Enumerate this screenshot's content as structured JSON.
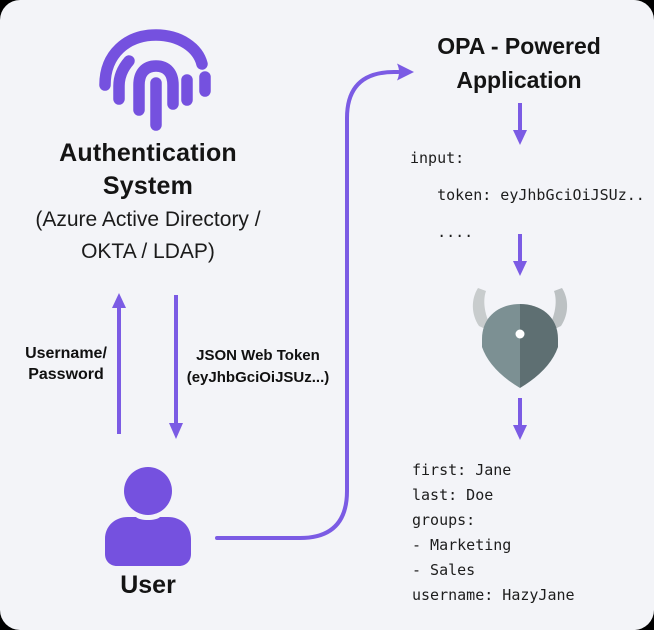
{
  "canvas": {
    "background": "#f3f4f8",
    "icon_purple": "#7551df",
    "arrow_purple": "#7b5be4",
    "helmet_left": "#7c9093",
    "helmet_right": "#5e6f72",
    "horn_gray": "#c8cccd"
  },
  "auth_system": {
    "title": [
      "Authentication",
      "System"
    ],
    "subtitle": [
      "(Azure Active Directory /",
      "OKTA / LDAP)"
    ]
  },
  "flows": {
    "username_label": [
      "Username/",
      "Password"
    ],
    "jwt_label": [
      "JSON Web Token",
      "(eyJhbGciOiJSUz...)"
    ]
  },
  "user": {
    "label": "User"
  },
  "opa_app": {
    "title": [
      "OPA - Powered",
      "Application"
    ],
    "code_input": [
      "input:",
      "   token: eyJhbGciOiJSUz..",
      "   ...."
    ],
    "code_output": [
      "first: Jane",
      "last: Doe",
      "groups:",
      "- Marketing",
      "- Sales",
      "username: HazyJane"
    ]
  },
  "icons": {
    "fingerprint": "fingerprint-icon",
    "user": "person-icon",
    "opa": "opa-helmet-icon"
  }
}
